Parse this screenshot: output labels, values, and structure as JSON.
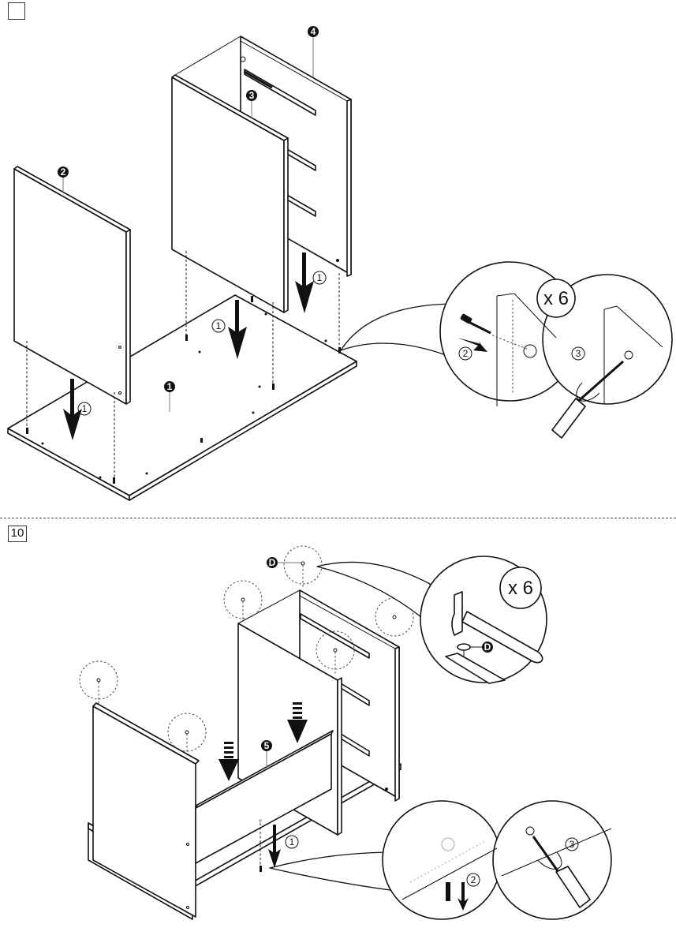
{
  "document": {
    "type": "furniture assembly instructions",
    "steps": [
      {
        "number": "",
        "parts": [
          {
            "id": "1",
            "label": "1"
          },
          {
            "id": "2",
            "label": "2"
          },
          {
            "id": "3",
            "label": "3"
          },
          {
            "id": "4",
            "label": "4"
          }
        ],
        "actions": [
          {
            "order": "1",
            "label": "1",
            "description": "lower panels onto base"
          },
          {
            "order": "2",
            "label": "2",
            "description": "insert cam bolt"
          },
          {
            "order": "3",
            "label": "3",
            "description": "tighten with screwdriver"
          }
        ],
        "detail_quantity": "x 6"
      },
      {
        "number": "10",
        "parts": [
          {
            "id": "5",
            "label": "5"
          },
          {
            "id": "D",
            "label": "D"
          }
        ],
        "actions": [
          {
            "order": "1",
            "label": "1",
            "description": "insert dowel from below"
          },
          {
            "order": "2",
            "label": "2",
            "description": "insert cam bolt"
          },
          {
            "order": "3",
            "label": "3",
            "description": "tighten with screwdriver"
          }
        ],
        "detail_quantity": "x 6"
      }
    ]
  }
}
